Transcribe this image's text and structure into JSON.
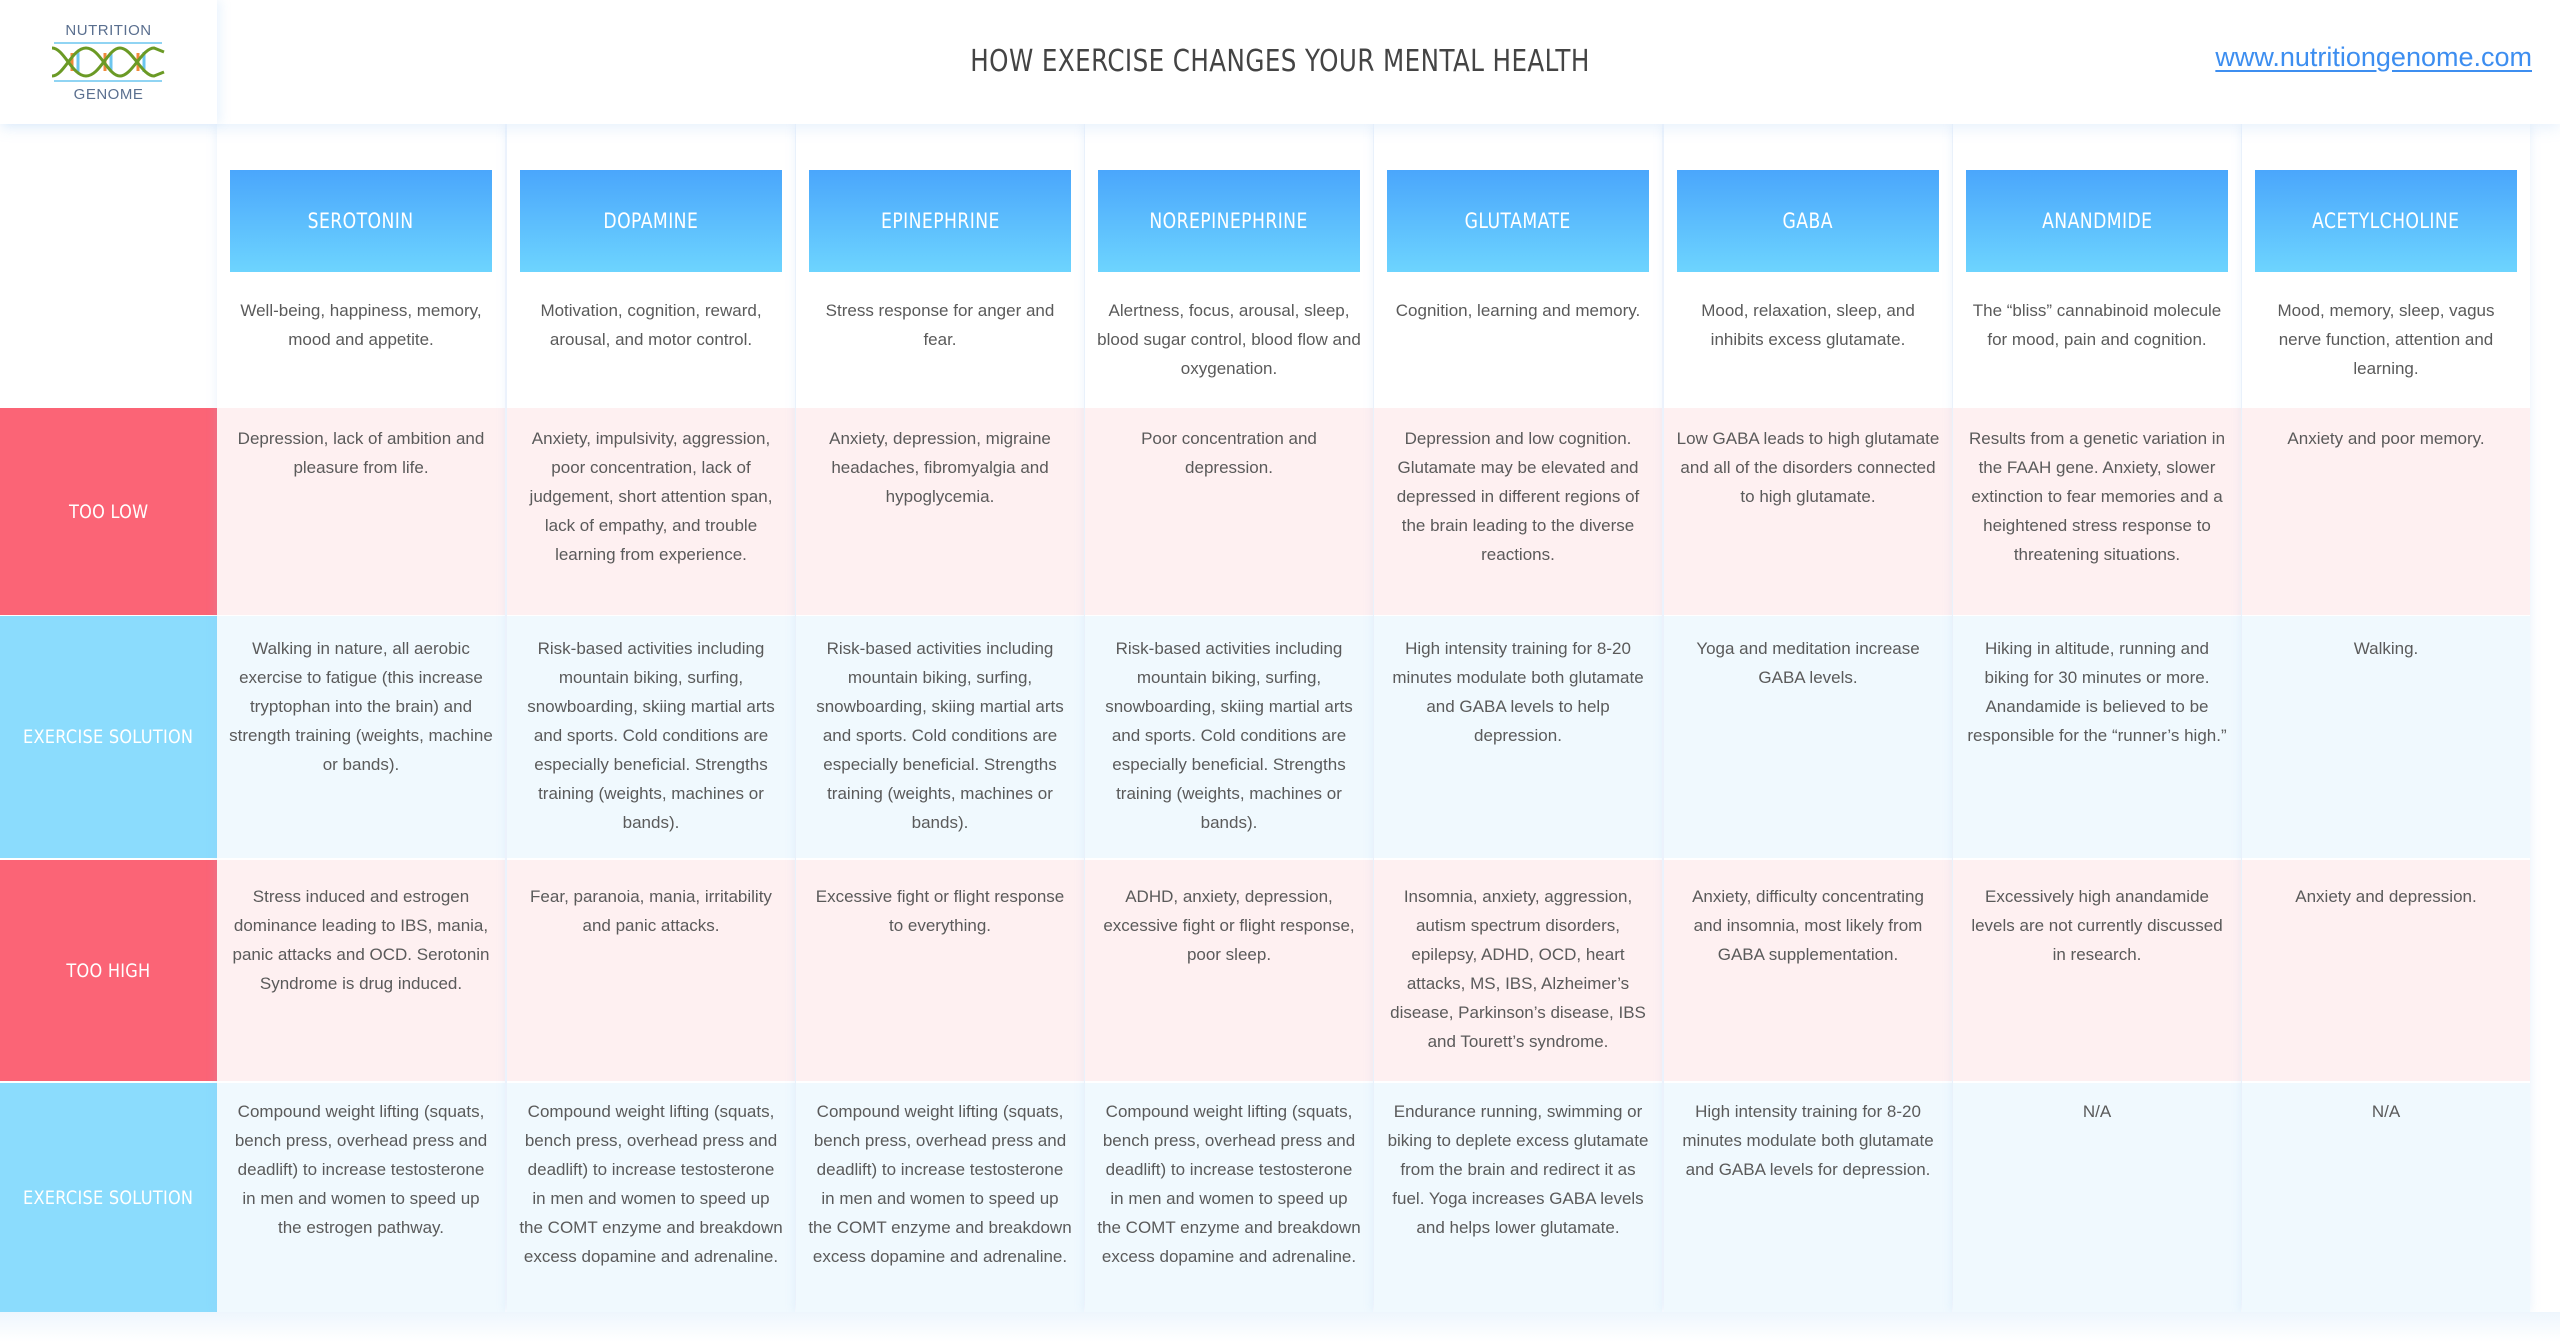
{
  "header": {
    "logo": {
      "top_text": "NUTRITION",
      "bottom_text": "GENOME",
      "icon": "dna-helix-icon"
    },
    "title": "HOW EXERCISE CHANGES YOUR MENTAL HEALTH",
    "link": "www.nutritiongenome.com"
  },
  "colors": {
    "header_gradient_top": "#4aa6fc",
    "header_gradient_bottom": "#6dd4fe",
    "red_label": "#fb6476",
    "blue_label": "#8bdcfd",
    "pink_cell": "#fef0f1",
    "blue_cell": "#f0f9fe",
    "link": "#3d8ef0"
  },
  "row_labels": [
    "TOO LOW",
    "EXERCISE SOLUTION",
    "TOO HIGH",
    "EXERCISE SOLUTION"
  ],
  "columns": [
    {
      "name": "SEROTONIN",
      "description": "Well-being, happiness, memory, mood and appetite.",
      "too_low": "Depression, lack of ambition and pleasure from life.",
      "low_solution": "Walking in nature, all aerobic exercise to fatigue (this increase tryptophan into the brain) and strength training (weights, machine or bands).",
      "too_high": "Stress induced and estrogen dominance leading to IBS, mania, panic attacks and OCD. Serotonin Syndrome is drug induced.",
      "high_solution": "Compound weight lifting (squats, bench press, overhead press and deadlift) to increase testosterone in men and women to speed up the estrogen pathway."
    },
    {
      "name": "DOPAMINE",
      "description": "Motivation, cognition, reward, arousal, and motor control.",
      "too_low": "Anxiety, impulsivity, aggression, poor concentration, lack of judgement, short attention span, lack of empathy, and trouble learning from experience.",
      "low_solution": "Risk-based activities including mountain biking, surfing, snowboarding, skiing martial arts and sports. Cold conditions are especially beneficial. Strengths training (weights, machines or bands).",
      "too_high": "Fear, paranoia, mania, irritability and panic attacks.",
      "high_solution": "Compound weight lifting (squats, bench press, overhead press and deadlift) to increase testosterone in men and women to speed up the COMT enzyme and breakdown excess dopamine and adrenaline."
    },
    {
      "name": "EPINEPHRINE",
      "description": "Stress response for anger and fear.",
      "too_low": "Anxiety, depression, migraine headaches, fibromyalgia and hypoglycemia.",
      "low_solution": "Risk-based activities including mountain biking, surfing, snowboarding, skiing martial arts and sports. Cold conditions are especially beneficial. Strengths training (weights, machines or bands).",
      "too_high": "Excessive fight or flight response to everything.",
      "high_solution": "Compound weight lifting (squats, bench press, overhead press and deadlift) to increase testosterone in men and women to speed up the COMT enzyme and breakdown excess dopamine and adrenaline."
    },
    {
      "name": "NOREPINEPHRINE",
      "description": "Alertness, focus, arousal, sleep, blood sugar control, blood flow and oxygenation.",
      "too_low": "Poor concentration and depression.",
      "low_solution": "Risk-based activities including mountain biking, surfing, snowboarding, skiing martial arts and sports. Cold conditions are especially beneficial. Strengths training (weights, machines or bands).",
      "too_high": "ADHD, anxiety, depression, excessive fight or flight response, poor sleep.",
      "high_solution": "Compound weight lifting (squats, bench press, overhead press and deadlift) to increase testosterone in men and women to speed up the COMT enzyme and breakdown excess dopamine and adrenaline."
    },
    {
      "name": "GLUTAMATE",
      "description": "Cognition, learning and memory.",
      "too_low": "Depression and low cognition. Glutamate may be elevated and depressed in different regions of the brain leading to the diverse reactions.",
      "low_solution": "High intensity training for 8-20 minutes modulate both glutamate and GABA levels to help depression.",
      "too_high": "Insomnia, anxiety, aggression, autism spectrum disorders, epilepsy, ADHD, OCD, heart attacks, MS, IBS, Alzheimer’s disease, Parkinson’s disease, IBS and Tourett’s syndrome.",
      "high_solution": "Endurance running, swimming or biking to deplete excess glutamate from the brain and redirect it as fuel. Yoga increases GABA levels and helps lower glutamate."
    },
    {
      "name": "GABA",
      "description": "Mood, relaxation, sleep, and inhibits excess glutamate.",
      "too_low": "Low GABA leads to high glutamate and all of the disorders connected to high glutamate.",
      "low_solution": "Yoga and meditation increase GABA levels.",
      "too_high": "Anxiety, difficulty concentrating and insomnia, most likely from GABA supplementation.",
      "high_solution": "High intensity training for 8-20 minutes modulate both glutamate and GABA levels for depression."
    },
    {
      "name": "ANANDMIDE",
      "description": "The “bliss” cannabinoid molecule for mood, pain and cognition.",
      "too_low": "Results from a genetic variation in the FAAH gene. Anxiety, slower extinction to fear memories and a heightened stress response to threatening situations.",
      "low_solution": "Hiking in altitude, running and biking for 30 minutes or more. Anandamide is believed to be responsible for the “runner’s high.”",
      "too_high": "Excessively high anandamide levels are not currently discussed in research.",
      "high_solution": "N/A"
    },
    {
      "name": "ACETYLCHOLINE",
      "description": "Mood, memory, sleep, vagus nerve function, attention and learning.",
      "too_low": "Anxiety and poor memory.",
      "low_solution": "Walking.",
      "too_high": "Anxiety and depression.",
      "high_solution": "N/A"
    }
  ]
}
